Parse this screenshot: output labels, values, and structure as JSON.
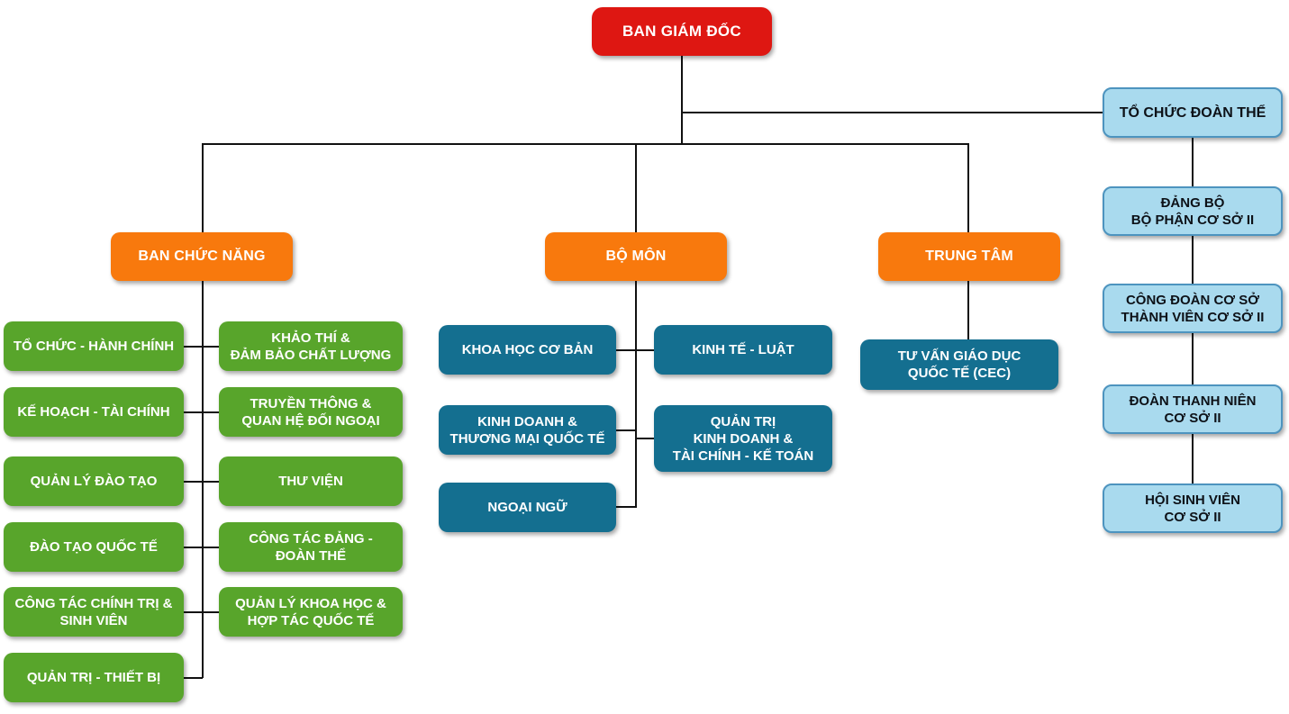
{
  "colors": {
    "root_box": "#DE1712",
    "group_box": "#F8790D",
    "department_box": "#58A52B",
    "faculty_box": "#146F90",
    "union_box_fill": "#A9DAEE",
    "union_box_border": "#4D94BF",
    "union_box_text": "#0d1117",
    "connector": "#111111",
    "node_text": "#ffffff"
  },
  "nodes": {
    "ban_giam_doc": {
      "label": "BAN GIÁM ĐỐC"
    },
    "to_chuc_doan_the": {
      "label": "TỔ CHỨC ĐOÀN THỂ"
    },
    "doan_the_children": [
      {
        "label": "ĐẢNG BỘ\nBỘ PHẬN CƠ SỞ II"
      },
      {
        "label": "CÔNG ĐOÀN CƠ SỞ\nTHÀNH VIÊN CƠ SỞ II"
      },
      {
        "label": "ĐOÀN THANH NIÊN\nCƠ SỞ II"
      },
      {
        "label": "HỘI SINH VIÊN\nCƠ SỞ II"
      }
    ],
    "ban_chuc_nang": {
      "label": "BAN CHỨC NĂNG"
    },
    "ban_chuc_nang_left": [
      {
        "label": "TỔ CHỨC - HÀNH CHÍNH"
      },
      {
        "label": "KẾ HOẠCH - TÀI CHÍNH"
      },
      {
        "label": "QUẢN LÝ ĐÀO TẠO"
      },
      {
        "label": "ĐÀO TẠO QUỐC TẾ"
      },
      {
        "label": "CÔNG TÁC CHÍNH TRỊ &\nSINH VIÊN"
      },
      {
        "label": "QUẢN TRỊ - THIẾT BỊ"
      }
    ],
    "ban_chuc_nang_right": [
      {
        "label": "KHẢO THÍ &\nĐẢM BẢO CHẤT LƯỢNG"
      },
      {
        "label": "TRUYỀN THÔNG &\nQUAN HỆ ĐỐI NGOẠI"
      },
      {
        "label": "THƯ VIỆN"
      },
      {
        "label": "CÔNG TÁC ĐẢNG -\nĐOÀN THỂ"
      },
      {
        "label": "QUẢN LÝ KHOA HỌC &\nHỢP TÁC QUỐC TẾ"
      }
    ],
    "bo_mon": {
      "label": "BỘ MÔN"
    },
    "bo_mon_left": [
      {
        "label": "KHOA HỌC CƠ BẢN"
      },
      {
        "label": "KINH DOANH &\nTHƯƠNG MẠI QUỐC TẾ"
      },
      {
        "label": "NGOẠI NGỮ"
      }
    ],
    "bo_mon_right": [
      {
        "label": "KINH TẾ - LUẬT"
      },
      {
        "label": "QUẢN TRỊ\nKINH DOANH &\nTÀI CHÍNH - KẾ TOÁN"
      }
    ],
    "trung_tam": {
      "label": "TRUNG TÂM"
    },
    "trung_tam_children": [
      {
        "label": "TƯ VẤN GIÁO DỤC\nQUỐC TẾ (CEC)"
      }
    ]
  }
}
